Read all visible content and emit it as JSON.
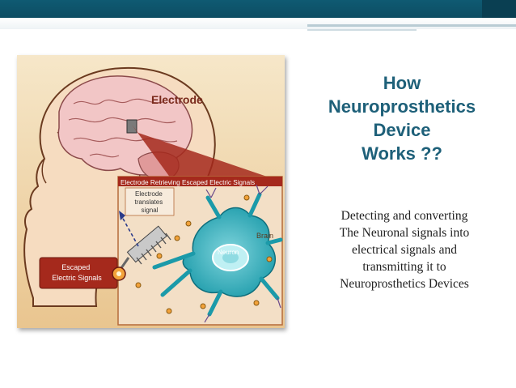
{
  "slide": {
    "title_lines": [
      "How",
      "Neuroprosthetics",
      "Device",
      "Works ??"
    ],
    "body_lines": [
      "Detecting and converting",
      "The Neuronal signals into",
      "electrical signals and",
      "transmitting it to",
      "Neuroprosthetics Devices"
    ]
  },
  "illustration": {
    "electrode_label": "Electrode",
    "panel_title": "Electrode Retrieving Escaped Electric Signals",
    "translates_lines": [
      "Electrode",
      "translates",
      "signal"
    ],
    "brain_label": "Brain",
    "neuron_label": "Neuron",
    "escaped_lines": [
      "Escaped",
      "Electric Signals"
    ]
  },
  "colors": {
    "header": "#0f5a72",
    "title": "#1e6079",
    "neuron": "#1fa5b5",
    "panel_background": "#f3dfc6",
    "brain": "#f0c6c6",
    "skin": "#f6e0c5"
  }
}
